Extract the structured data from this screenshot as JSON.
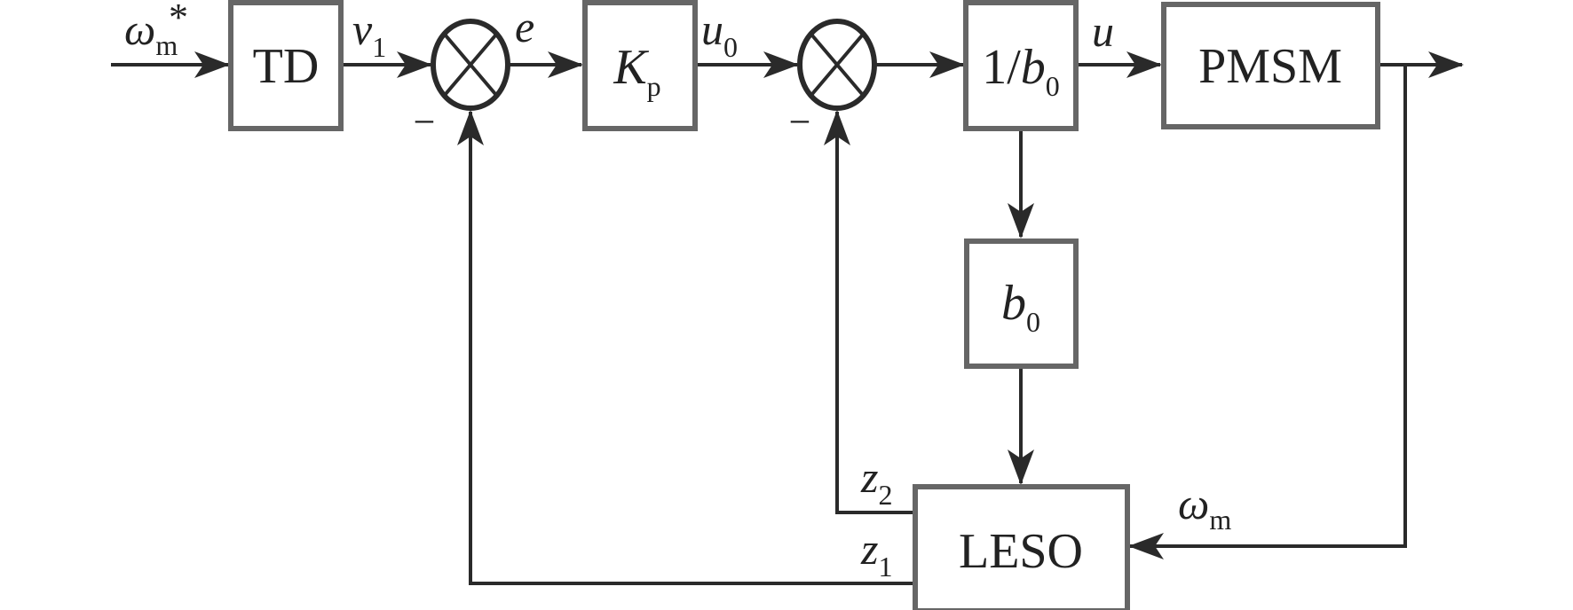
{
  "diagram": {
    "type": "control-block-diagram",
    "colors": {
      "block_border": "#666666",
      "wire": "#2a2a2a",
      "text": "#222222",
      "background": "#ffffff"
    },
    "blocks": {
      "td": {
        "label": "TD"
      },
      "kp": {
        "main": "K",
        "sub": "p"
      },
      "inv_b0": {
        "prefix": "1/",
        "main": "b",
        "sub": "0"
      },
      "pmsm": {
        "label": "PMSM"
      },
      "b0": {
        "main": "b",
        "sub": "0"
      },
      "leso": {
        "label": "LESO"
      }
    },
    "summing_junctions": [
      {
        "id": "sum1",
        "feedback_sign": "−"
      },
      {
        "id": "sum2",
        "feedback_sign": "−"
      }
    ],
    "signals": {
      "reference": {
        "main": "ω",
        "sub": "m",
        "sup": "*"
      },
      "v1": {
        "main": "v",
        "sub": "1"
      },
      "e": {
        "main": "e"
      },
      "u0": {
        "main": "u",
        "sub": "0"
      },
      "u": {
        "main": "u"
      },
      "omega_m": {
        "main": "ω",
        "sub": "m"
      },
      "z1": {
        "main": "z",
        "sub": "1"
      },
      "z2": {
        "main": "z",
        "sub": "2"
      }
    }
  }
}
